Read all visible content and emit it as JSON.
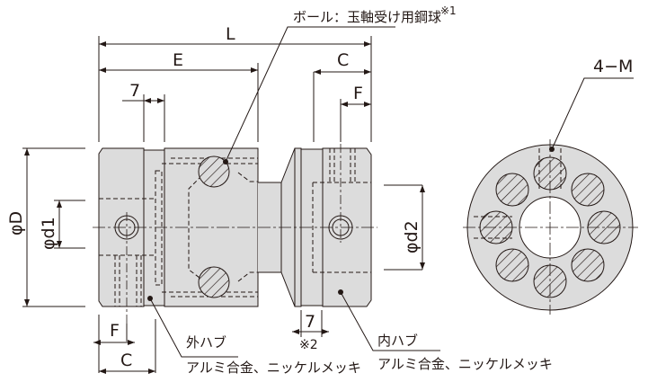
{
  "labels": {
    "ball_note": "ボール：玉軸受け用鋼球",
    "note1": "※1",
    "L": "L",
    "E": "E",
    "C_top": "C",
    "F_top": "F",
    "seven_top": "7",
    "phiD": "φD",
    "phid1": "φd1",
    "phid2": "φd2",
    "F_bottom": "F",
    "C_bottom": "C",
    "seven_bottom": "7",
    "note2": "※2",
    "outer_hub": "外ハブ",
    "outer_hub_material": "アルミ合金、ニッケルメッキ",
    "inner_hub": "内ハブ",
    "inner_hub_material": "アルミ合金、ニッケルメッキ",
    "tap": "4−M"
  },
  "colors": {
    "body": "#dcdcdc",
    "ball": "#4a4a4a",
    "line": "#231815"
  }
}
